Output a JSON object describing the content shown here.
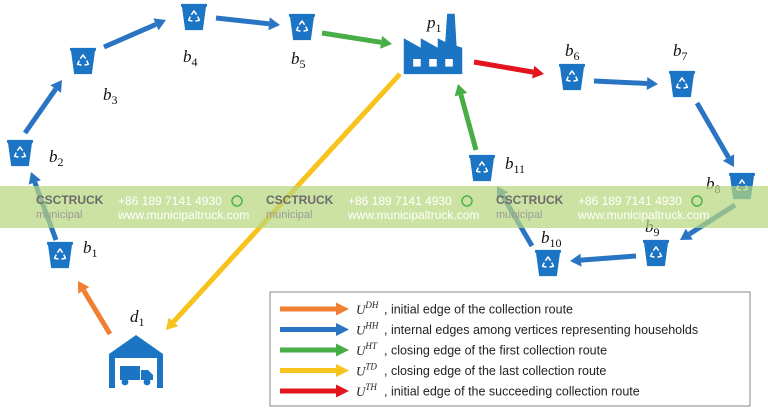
{
  "colors": {
    "orange": "#f07f32",
    "blue": "#2a74c4",
    "green": "#47ad45",
    "yellow": "#f7c21b",
    "red": "#e3141b",
    "icon": "#1c74c4",
    "watermark_band": "#b9d77e"
  },
  "nodes": {
    "d1": {
      "base": "d",
      "sub": "1"
    },
    "p1": {
      "base": "p",
      "sub": "1"
    },
    "b1": {
      "base": "b",
      "sub": "1"
    },
    "b2": {
      "base": "b",
      "sub": "2"
    },
    "b3": {
      "base": "b",
      "sub": "3"
    },
    "b4": {
      "base": "b",
      "sub": "4"
    },
    "b5": {
      "base": "b",
      "sub": "5"
    },
    "b6": {
      "base": "b",
      "sub": "6"
    },
    "b7": {
      "base": "b",
      "sub": "7"
    },
    "b8": {
      "base": "b",
      "sub": "8"
    },
    "b9": {
      "base": "b",
      "sub": "9"
    },
    "b10": {
      "base": "b",
      "sub": "10"
    },
    "b11": {
      "base": "b",
      "sub": "11"
    }
  },
  "icons": {
    "bin": "recycle-bin-icon",
    "factory": "factory-icon",
    "depot": "truck-depot-icon"
  },
  "legend": [
    {
      "symbol": "U",
      "sup": "DH",
      "text": ", initial edge of the collection route",
      "color_key": "orange"
    },
    {
      "symbol": "U",
      "sup": "HH",
      "text": ", internal edges among vertices representing households",
      "color_key": "blue"
    },
    {
      "symbol": "U",
      "sup": "HT",
      "text": ", closing edge of the first collection route",
      "color_key": "green"
    },
    {
      "symbol": "U",
      "sup": "TD",
      "text": ", closing edge of the last collection route",
      "color_key": "yellow"
    },
    {
      "symbol": "U",
      "sup": "TH",
      "text": ", initial edge of the succeeding collection route",
      "color_key": "red"
    }
  ],
  "watermark": {
    "brand": "CSCTRUCK",
    "sub": "municipal",
    "phone": "+86 189 7141 4930",
    "url": "www.municipaltruck.com"
  }
}
